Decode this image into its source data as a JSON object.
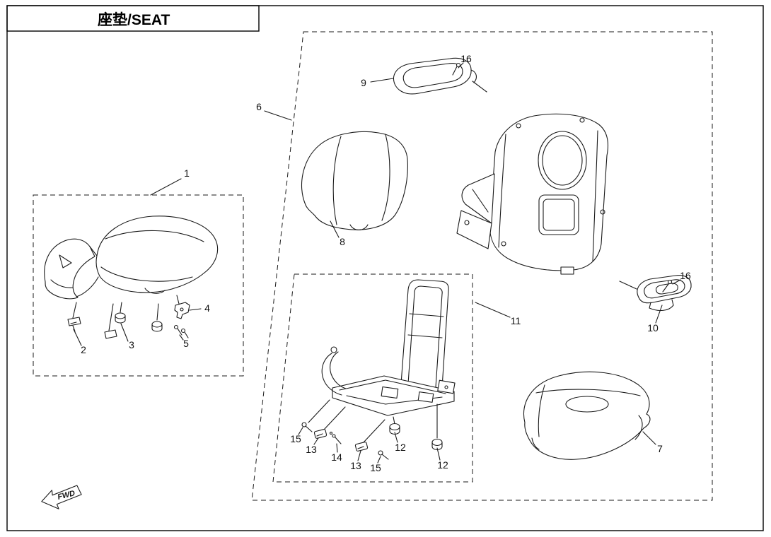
{
  "title": "座垫/SEAT",
  "fwd": "FWD",
  "callouts": {
    "c1": "1",
    "c2": "2",
    "c3": "3",
    "c4": "4",
    "c5": "5",
    "c6": "6",
    "c7": "7",
    "c8": "8",
    "c9": "9",
    "c10": "10",
    "c11": "11",
    "c12": "12",
    "c13": "13",
    "c14": "14",
    "c15": "15",
    "c16": "16"
  },
  "colors": {
    "line": "#1a1a1a",
    "background": "#ffffff"
  }
}
